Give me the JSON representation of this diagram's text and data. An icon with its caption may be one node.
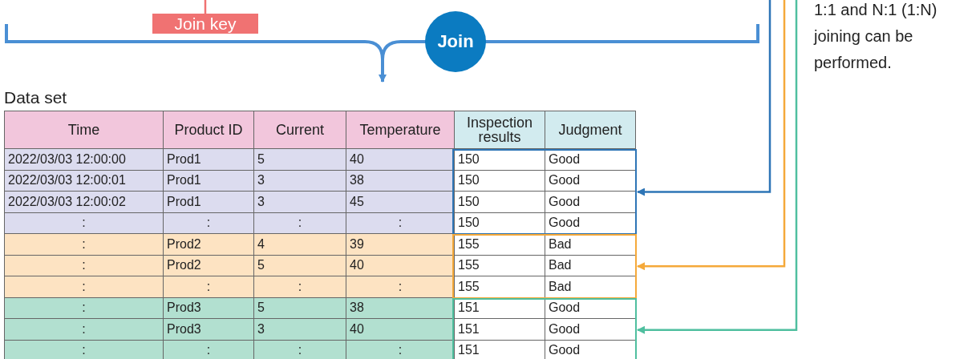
{
  "diagram": {
    "nodes": [
      {
        "text": [
          "Join key"
        ]
      },
      {
        "text": [
          "Join"
        ]
      },
      {
        "text": [
          "Data set"
        ]
      },
      {
        "text": [],
        "shape": "box",
        "in": 2
      },
      {
        "text": [],
        "shape": "box",
        "in": 2
      },
      {
        "text": [],
        "shape": "box",
        "in": 2
      }
    ],
    "edges": [
      {
        "from": 0,
        "to": null,
        "arrow": "none",
        "color": "#f07272"
      },
      {
        "from": 1,
        "to": 2,
        "arrow": "to",
        "color": "#4a8fd4"
      },
      {
        "from": null,
        "to": 3,
        "arrow": "to",
        "color": "#2e75b6"
      },
      {
        "from": null,
        "to": 4,
        "arrow": "to",
        "color": "#f5a93a"
      },
      {
        "from": null,
        "to": 5,
        "arrow": "to",
        "color": "#4fbf9f"
      }
    ],
    "labels": [
      "1:1 and N:1 (1:N) joining can be performed.",
      "Time",
      "Product ID",
      "Current",
      "Temperature",
      "Inspection results",
      "Judgment",
      "2022/03/03 12:00:00",
      "Prod1",
      "5",
      "40",
      "150",
      "Good",
      "2022/03/03 12:00:01",
      "Prod1",
      "3",
      "38",
      "150",
      "Good",
      "2022/03/03 12:00:02",
      "Prod1",
      "3",
      "45",
      "150",
      "Good",
      ":",
      ":",
      ":",
      ":",
      "150",
      "Good",
      ":",
      "Prod2",
      "4",
      "39",
      "155",
      "Bad",
      ":",
      "Prod2",
      "5",
      "40",
      "155",
      "Bad",
      ":",
      ":",
      ":",
      ":",
      "155",
      "Bad",
      ":",
      "Prod3",
      "5",
      "38",
      "151",
      "Good",
      ":",
      "Prod3",
      "3",
      "40",
      "151",
      "Good",
      ":",
      ":",
      ":",
      ":",
      "151",
      "Good"
    ]
  }
}
